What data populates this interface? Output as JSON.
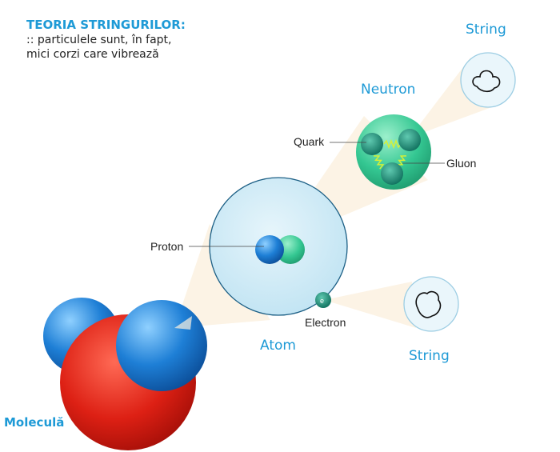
{
  "heading": {
    "title": "TEORIA STRINGURILOR:",
    "line1": ":: particulele sunt, în fapt,",
    "line2": "mici corzi care vibrează"
  },
  "labels": {
    "molecule": "Moleculă",
    "atom": "Atom",
    "neutron": "Neutron",
    "string_top": "String",
    "string_bottom": "String",
    "quark": "Quark",
    "gluon": "Gluon",
    "proton": "Proton",
    "electron": "Electron",
    "electron_symbol": "e"
  },
  "colors": {
    "accent": "#1e9ad6",
    "atom_fill": "#cfe9f5",
    "neutron_fill": "#3ccf9a",
    "proton_fill": "#2a8fe0",
    "molecule_red": "#e0261a",
    "cone": "#fbf1e0"
  }
}
